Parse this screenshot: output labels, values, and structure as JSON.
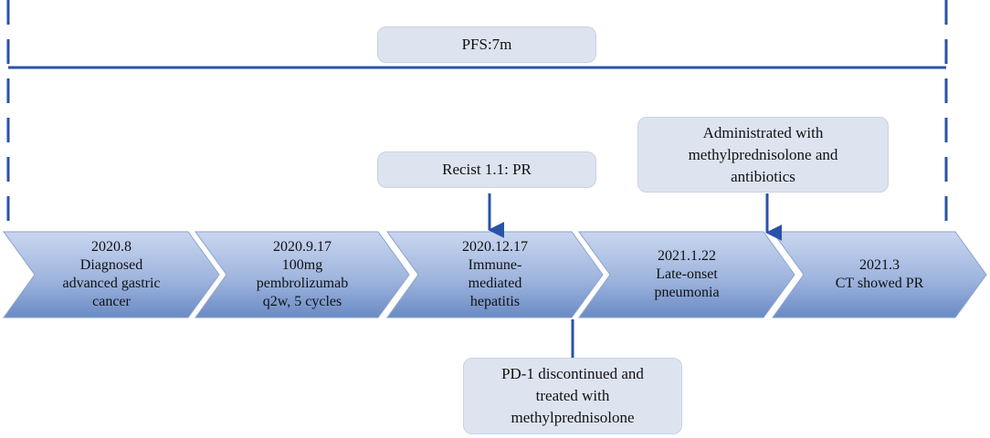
{
  "pfs_label": "PFS:7m",
  "timeline": [
    {
      "date": "2020.8",
      "lines": [
        "Diagnosed",
        "advanced gastric",
        "cancer"
      ]
    },
    {
      "date": "2020.9.17",
      "lines": [
        "100mg",
        "pembrolizumab",
        "q2w, 5 cycles"
      ]
    },
    {
      "date": "2020.12.17",
      "lines": [
        "Immune-",
        "mediated",
        "hepatitis"
      ]
    },
    {
      "date": "2021.1.22",
      "lines": [
        "Late-onset",
        "pneumonia"
      ]
    },
    {
      "date": "2021.3",
      "lines": [
        "CT showed PR"
      ]
    }
  ],
  "callouts": {
    "recist": "Recist 1.1: PR",
    "steroid_antibiotics": [
      "Administrated with",
      "methylprednisolone and",
      "antibiotics"
    ],
    "pd1_discontinued": [
      "PD-1 discontinued and",
      "treated with",
      "methylprednisolone"
    ]
  },
  "colors": {
    "chevron_light": "#c7d4ee",
    "chevron_dark": "#6f8fc6",
    "line_blue": "#2a52a8",
    "box_fill": "#dde4f0"
  }
}
